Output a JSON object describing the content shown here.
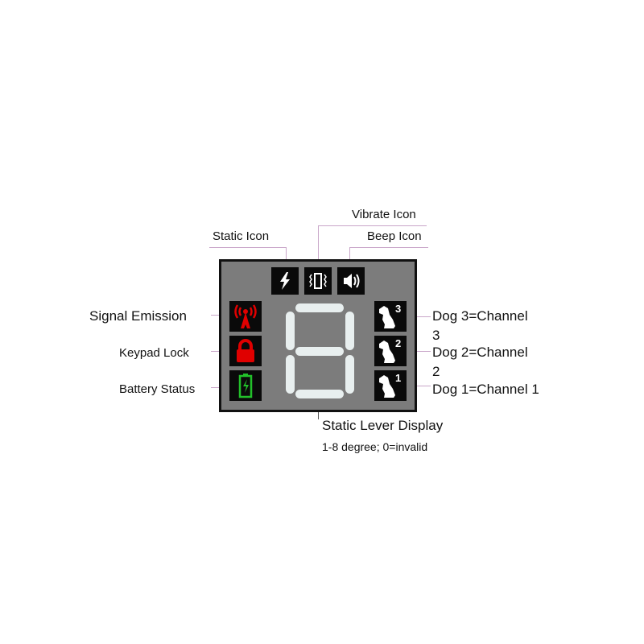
{
  "labels": {
    "vibrate": "Vibrate Icon",
    "static": "Static Icon",
    "beep": "Beep Icon",
    "signal": "Signal Emission",
    "keypad": "Keypad Lock",
    "battery": "Battery Status",
    "dog3_a": "Dog 3=Channel",
    "dog3_b": "3",
    "dog2_a": "Dog 2=Channel",
    "dog2_b": "2",
    "dog1": "Dog 1=Channel 1",
    "lever": "Static Lever Display",
    "lever_note": "1-8 degree; 0=invalid"
  },
  "icons": {
    "dog_numbers": [
      "3",
      "2",
      "1"
    ]
  },
  "colors": {
    "panel": "#7c7c7c",
    "signal": "#e00000",
    "lock": "#e00000",
    "battery": "#22c02a",
    "segment": "#e8efef",
    "leader": "#c9a6c9"
  }
}
